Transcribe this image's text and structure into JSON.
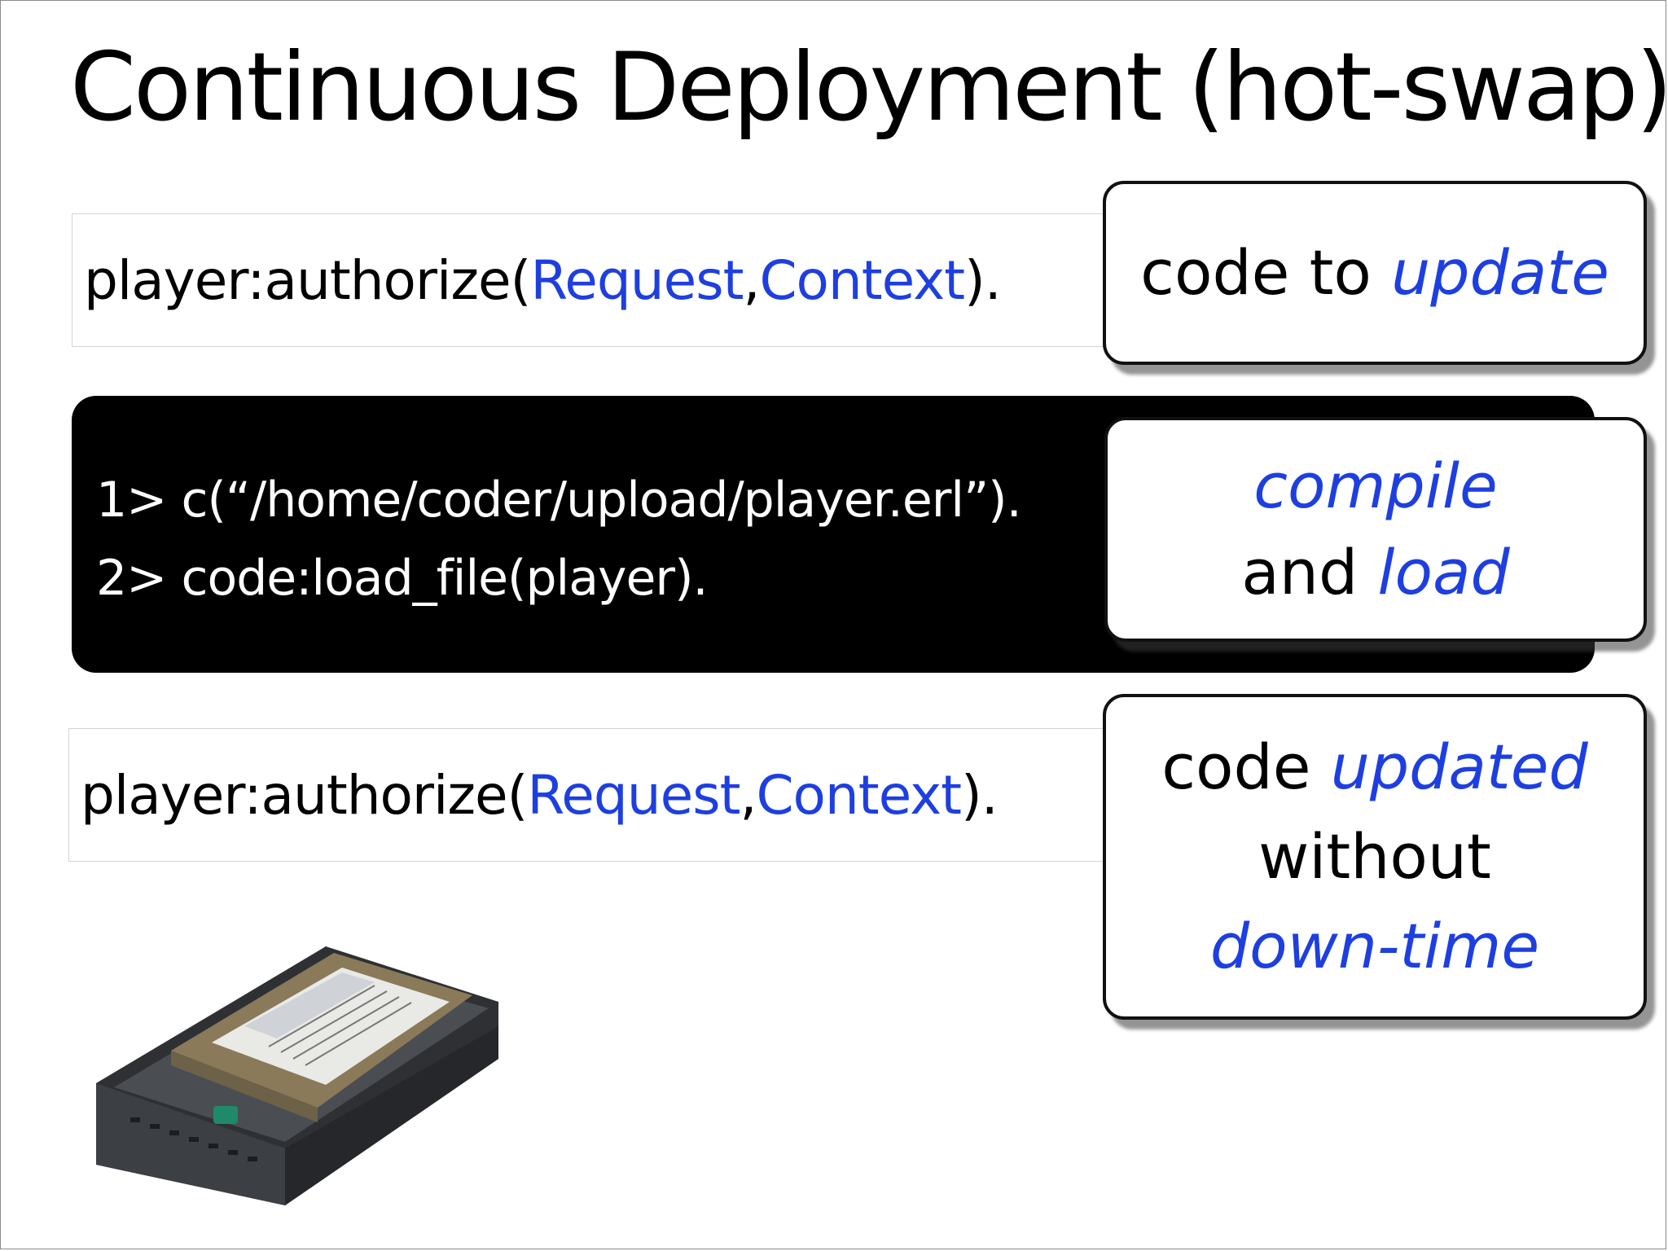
{
  "slide": {
    "title": "Continuous Deployment (hot-swap)"
  },
  "before_call": {
    "prefix": "player:authorize(",
    "arg1": "Request",
    "sep": ", ",
    "arg2": "Context",
    "suffix": ")."
  },
  "terminal": {
    "lines": [
      "1> c(“/home/coder/upload/player.erl”).",
      "2> code:load_file(player)."
    ]
  },
  "after_call": {
    "prefix": "player:authorize(",
    "arg1": "Request",
    "sep": ", ",
    "arg2": "Context",
    "suffix": ")."
  },
  "callouts": {
    "update": {
      "plain": "code to ",
      "highlight": "update"
    },
    "compile": {
      "highlight1": "compile",
      "plain": "and ",
      "highlight2": "load"
    },
    "updated": {
      "plain1": "code ",
      "highlight1": "updated",
      "plain2": "without",
      "highlight2": "down-time"
    }
  },
  "image": {
    "icon": "hard-drive-icon"
  },
  "colors": {
    "highlight": "#1e3fe0",
    "terminal_bg": "#000000"
  }
}
